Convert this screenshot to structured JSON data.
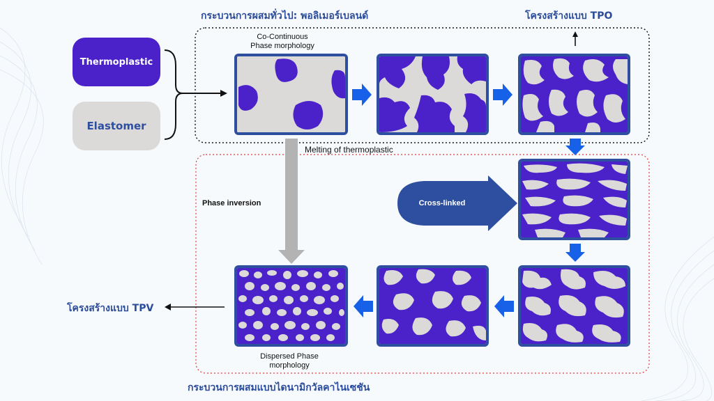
{
  "header": {
    "title_top": "กระบวนการผสมทั่วไป: พอลิเมอร์เบลนด์",
    "tpo_label": "โครงสร้างแบบ TPO",
    "title_bottom": "กระบวนการผสมแบบไดนามิกวัลคาไนเซชัน",
    "tpv_label": "โครงสร้างแบบ TPV"
  },
  "inputs": {
    "thermoplastic": "Thermoplastic",
    "elastomer": "Elastomer"
  },
  "labels": {
    "co_continuous": "Co-Continuous\nPhase morphology",
    "melting": "Melting of thermoplastic",
    "phase_inversion": "Phase inversion",
    "cross_linked": "Cross-linked",
    "dispersed": "Dispersed Phase\nmorphology"
  },
  "colors": {
    "purple": "#4b22c9",
    "grey": "#dcdad8",
    "navy": "#2e4fa0",
    "arrow_blue": "#1760e8",
    "title_blue": "#2b4c9a"
  }
}
